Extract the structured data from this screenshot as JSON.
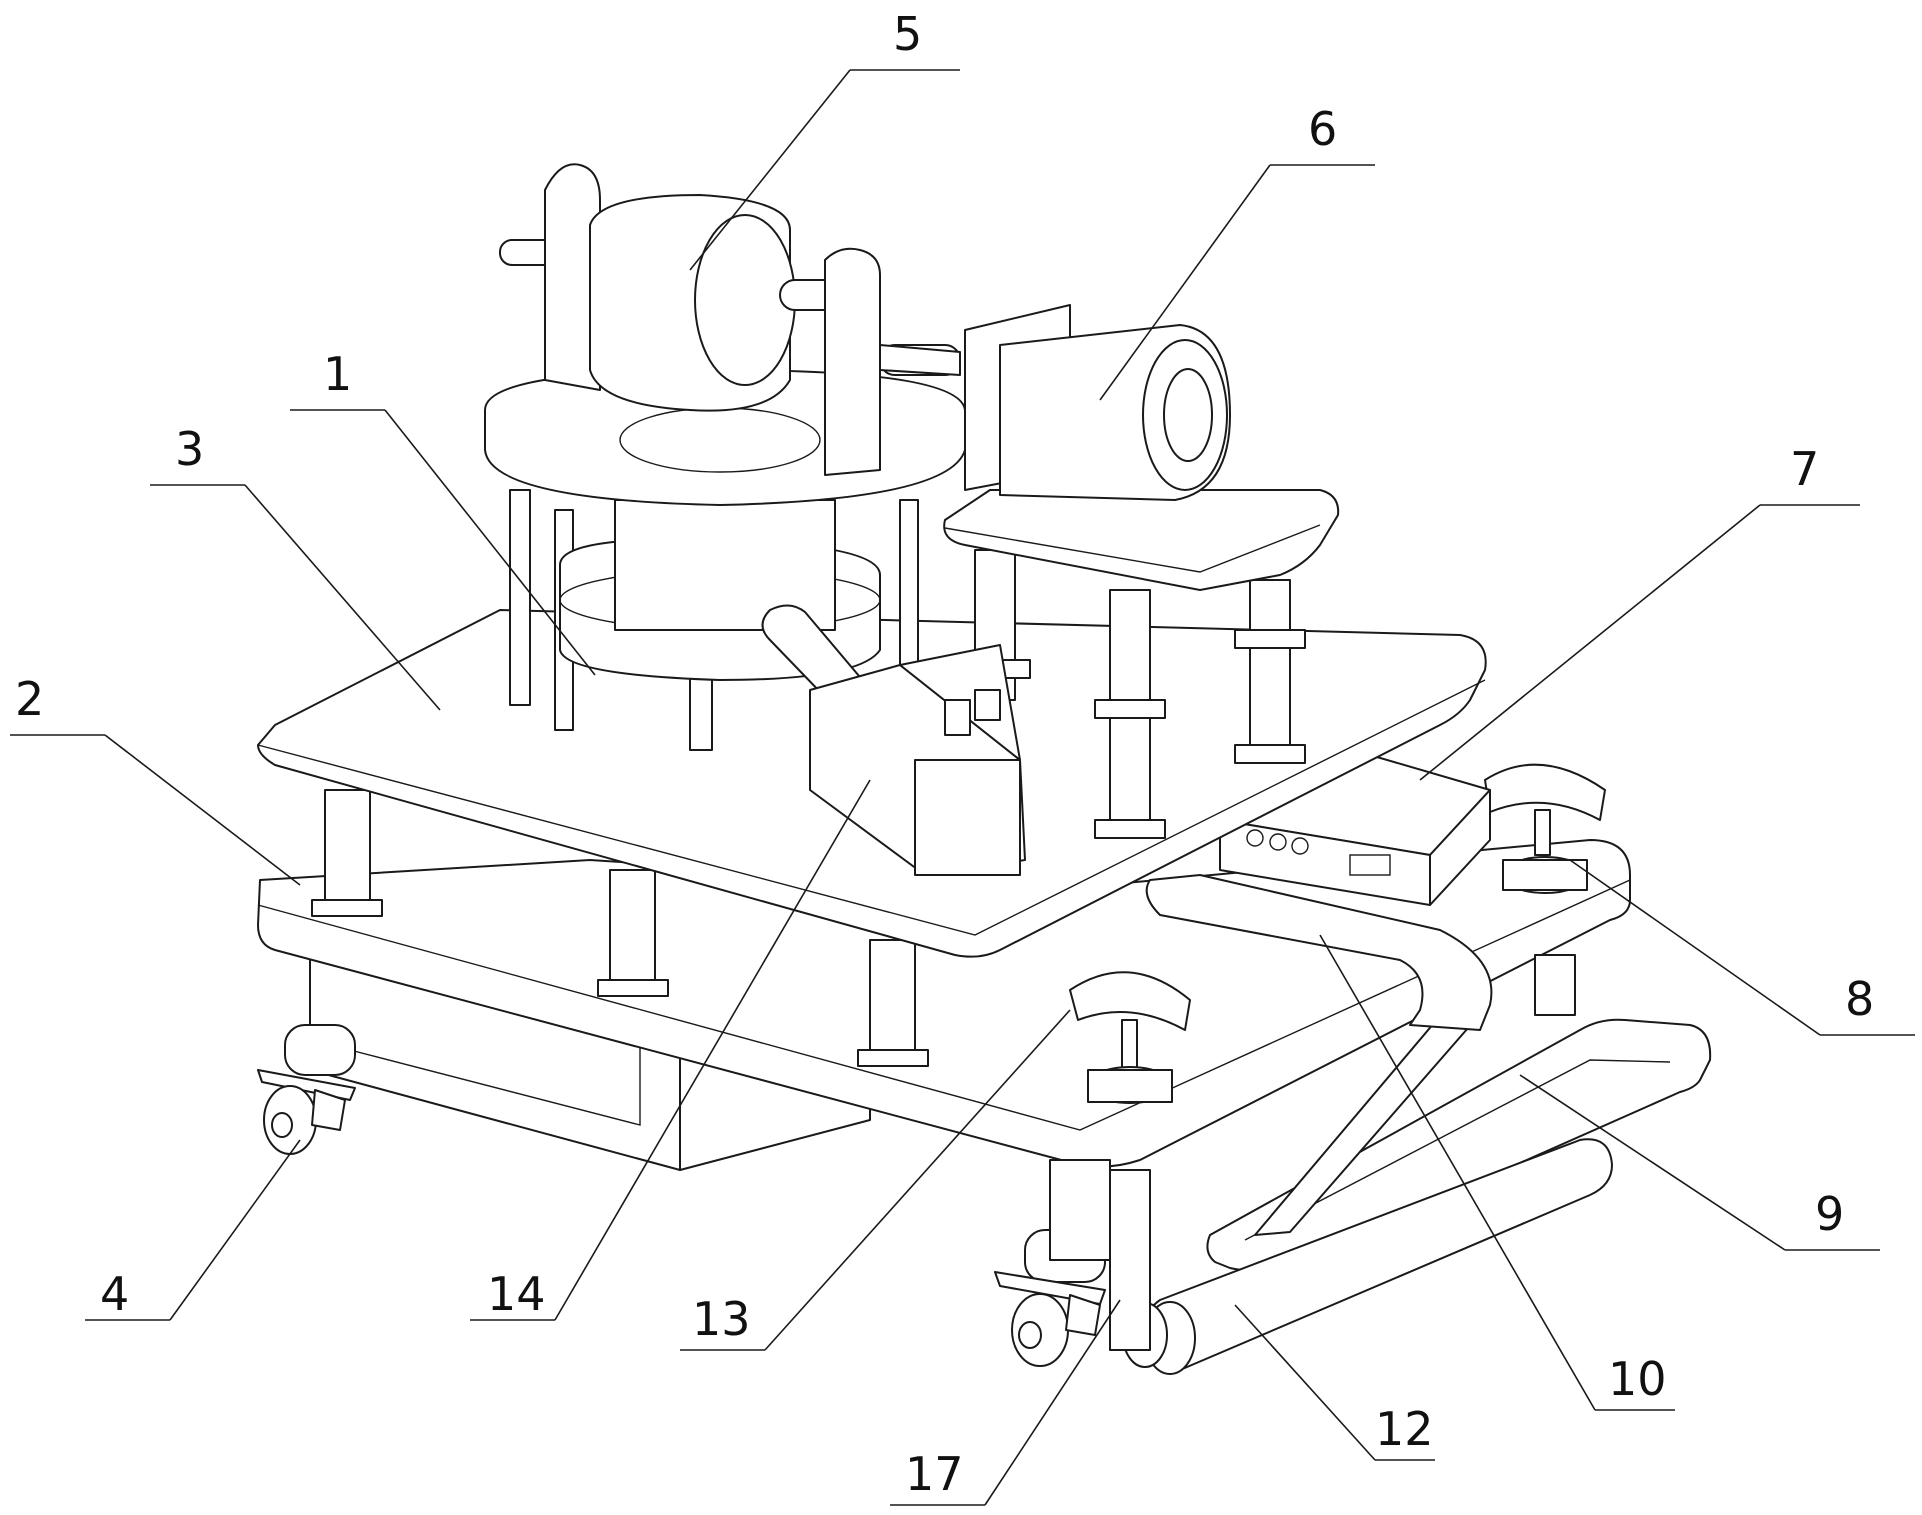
{
  "callouts": [
    {
      "id": "c1",
      "text": "1"
    },
    {
      "id": "c2",
      "text": "2"
    },
    {
      "id": "c3",
      "text": "3"
    },
    {
      "id": "c4",
      "text": "4"
    },
    {
      "id": "c5",
      "text": "5"
    },
    {
      "id": "c6",
      "text": "6"
    },
    {
      "id": "c7",
      "text": "7"
    },
    {
      "id": "c8",
      "text": "8"
    },
    {
      "id": "c9",
      "text": "9"
    },
    {
      "id": "c10",
      "text": "10"
    },
    {
      "id": "c12",
      "text": "12"
    },
    {
      "id": "c13",
      "text": "13"
    },
    {
      "id": "c14",
      "text": "14"
    },
    {
      "id": "c17",
      "text": "17"
    }
  ],
  "colors": {
    "line": "#1a1a1a",
    "background": "#ffffff"
  }
}
